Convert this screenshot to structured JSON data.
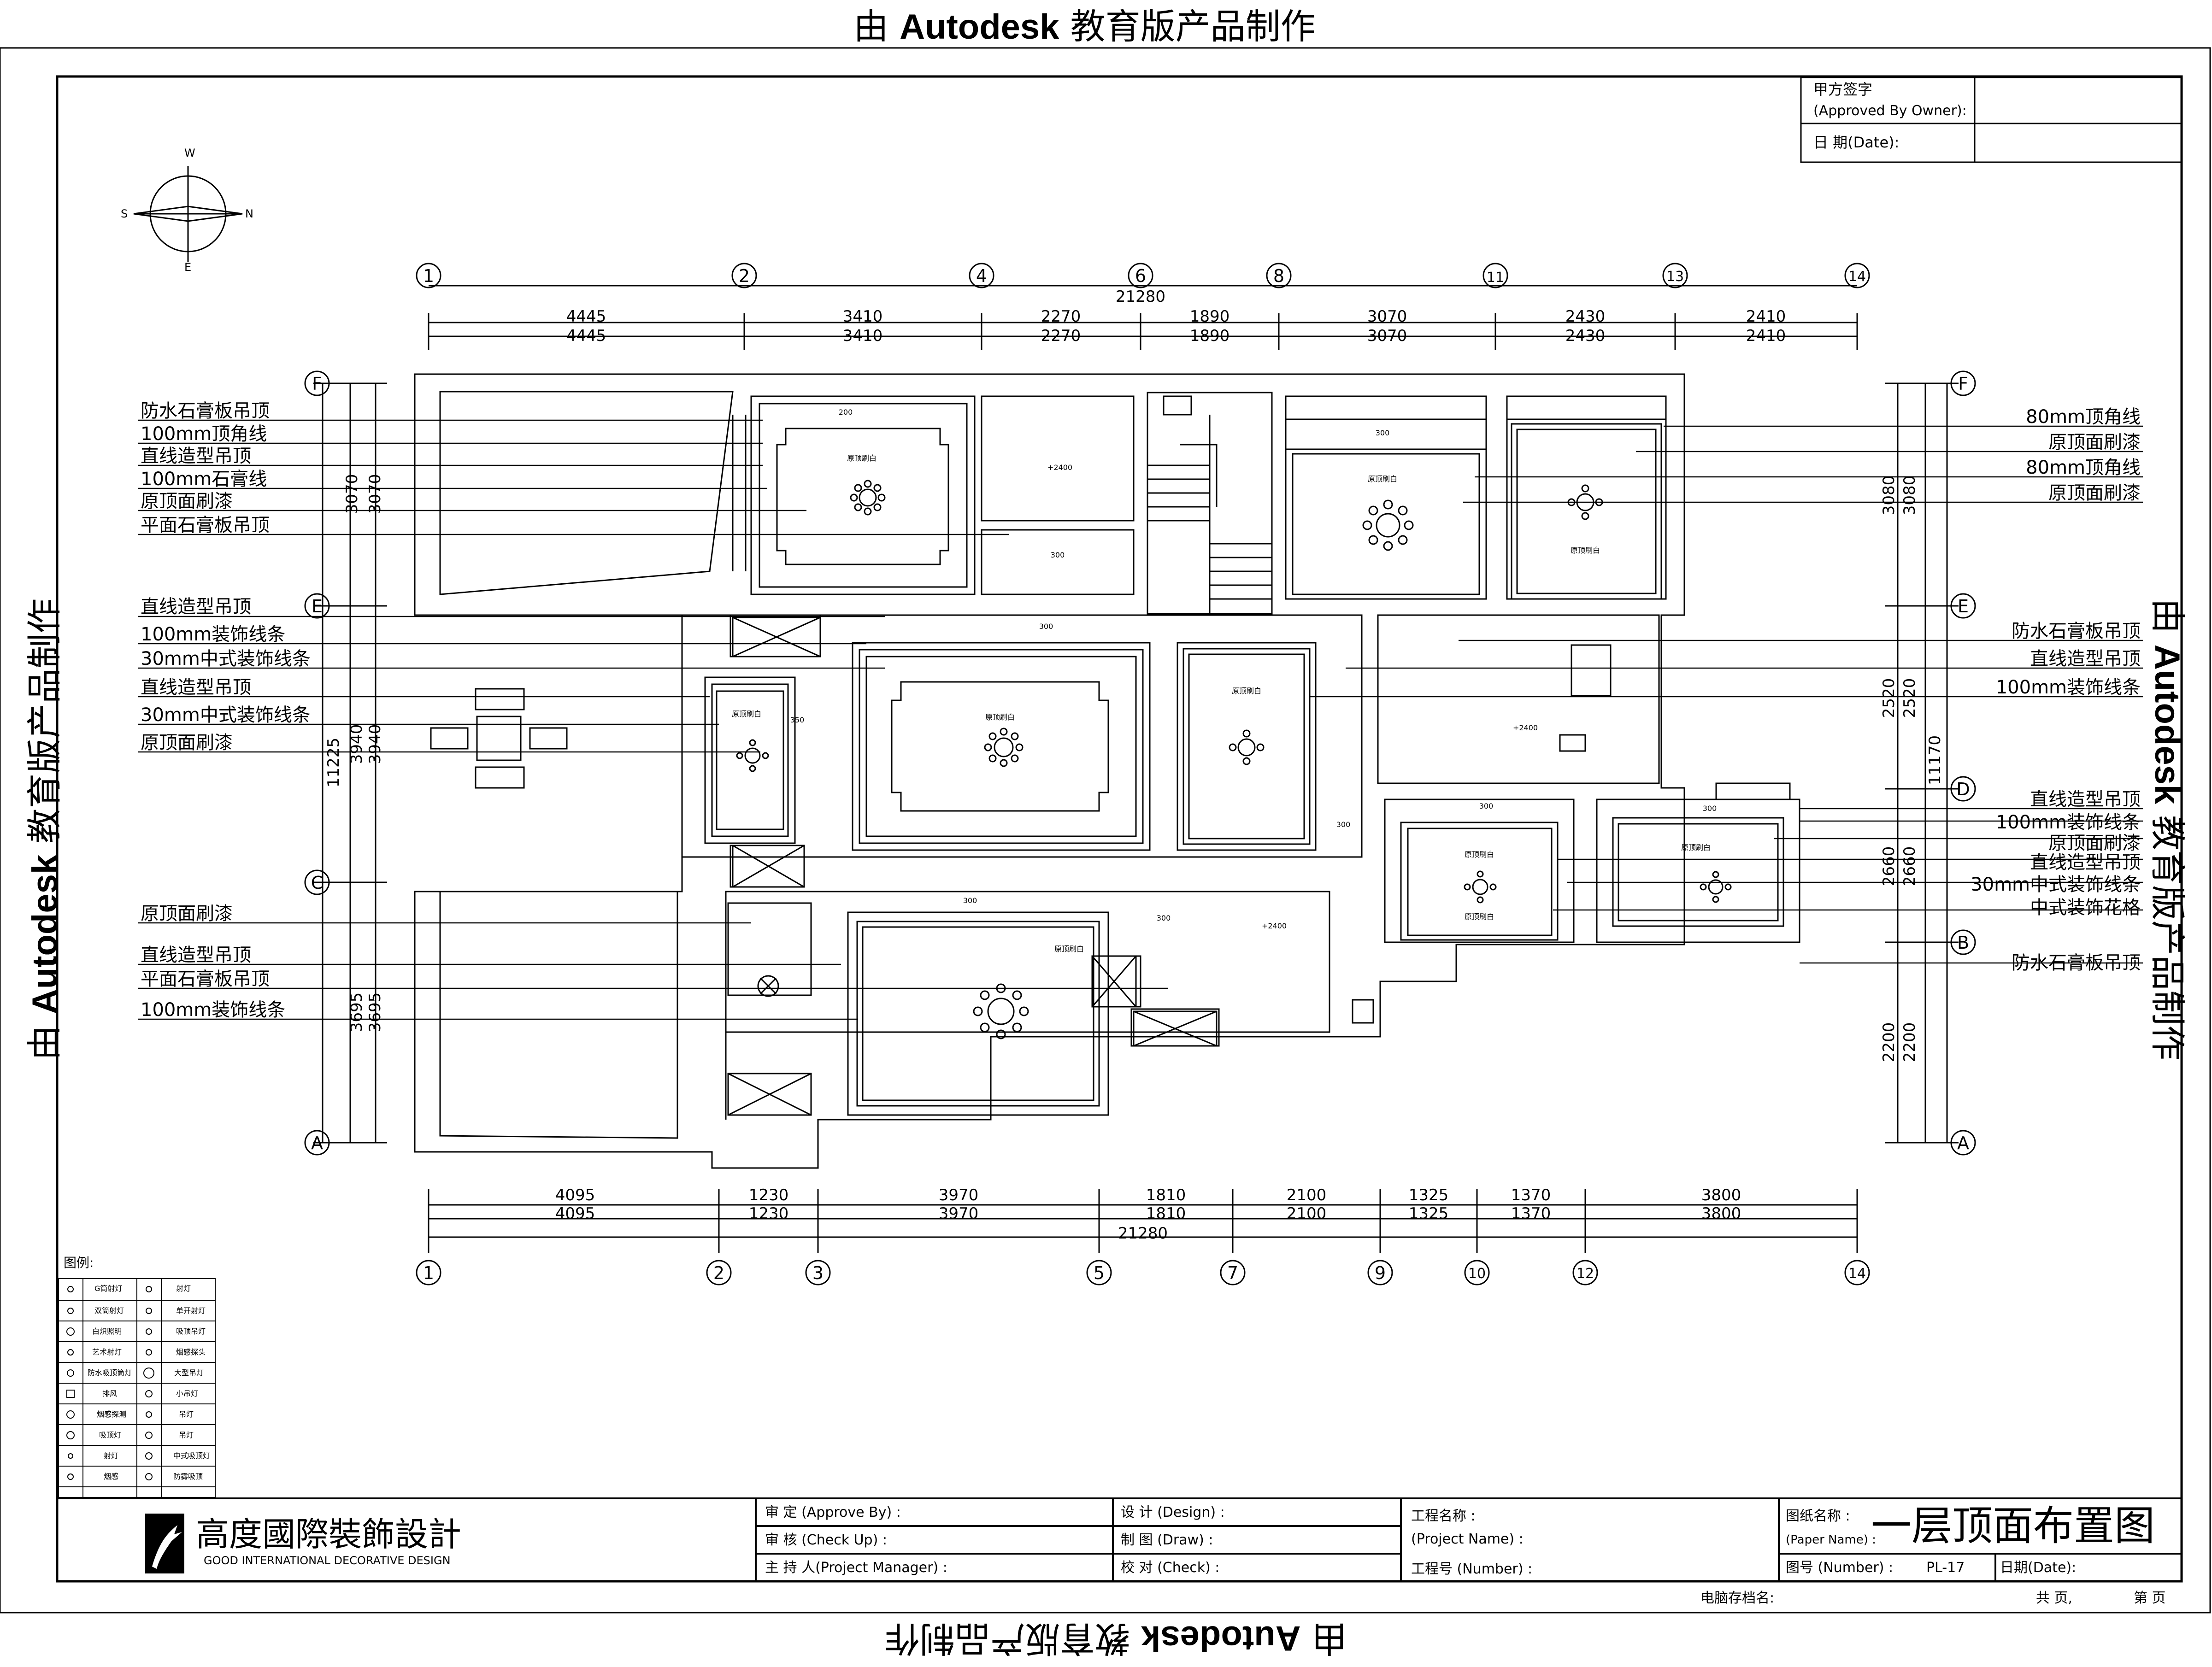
{
  "watermark": {
    "prefix": "由 ",
    "brand": "Autodesk",
    "suffix": " 教育版产品制作"
  },
  "compass": {
    "n": "N",
    "s": "S",
    "e": "E",
    "w": "W"
  },
  "owner_block": {
    "sign_label": "甲方签字",
    "sign_label_en": "(Approved By Owner):",
    "date_label": "日  期(Date):"
  },
  "axes": {
    "top": [
      "1",
      "2",
      "4",
      "6",
      "8",
      "11",
      "13",
      "14"
    ],
    "bottom": [
      "1",
      "2",
      "3",
      "5",
      "7",
      "9",
      "10",
      "12",
      "14"
    ],
    "left": [
      "F",
      "E",
      "C",
      "A"
    ],
    "right": [
      "F",
      "E",
      "D",
      "B",
      "A"
    ]
  },
  "dims": {
    "top": [
      "4445",
      "3410",
      "2270",
      "1890",
      "3070",
      "2430",
      "2410"
    ],
    "top_total": "21280",
    "bottom": [
      "4095",
      "1230",
      "3970",
      "1810",
      "2100",
      "1325",
      "1370",
      "3800"
    ],
    "bottom_total": "21280",
    "left": [
      "3070",
      "3940",
      "3695"
    ],
    "left_total": "11225",
    "right": [
      "3080",
      "2520",
      "2660",
      "2200"
    ],
    "right_total": "11170"
  },
  "notes_left": [
    "防水石膏板吊顶",
    "100mm顶角线",
    "直线造型吊顶",
    "100mm石膏线",
    "原顶面刷漆",
    "平面石膏板吊顶",
    "直线造型吊顶",
    "100mm装饰线条",
    "30mm中式装饰线条",
    "直线造型吊顶",
    "30mm中式装饰线条",
    "原顶面刷漆",
    "原顶面刷漆",
    "直线造型吊顶",
    "平面石膏板吊顶",
    "100mm装饰线条"
  ],
  "notes_right": [
    "80mm顶角线",
    "原顶面刷漆",
    "80mm顶角线",
    "原顶面刷漆",
    "防水石膏板吊顶",
    "直线造型吊顶",
    "100mm装饰线条",
    "直线造型吊顶",
    "100mm装饰线条",
    "原顶面刷漆",
    "直线造型吊顶",
    "30mm中式装饰线条",
    "中式装饰花格",
    "防水石膏板吊顶"
  ],
  "plan_labels": {
    "paint": "原顶刷白",
    "h2400": "+2400",
    "h300": "300",
    "h200": "200",
    "h350": "350"
  },
  "legend": {
    "title": "图例:",
    "rows": [
      [
        "G筒射灯",
        "射灯"
      ],
      [
        "双筒射灯",
        "单开射灯"
      ],
      [
        "白炽照明",
        "吸顶吊灯"
      ],
      [
        "艺术射灯",
        "烟感探头"
      ],
      [
        "防水吸顶筒灯",
        "大型吊灯"
      ],
      [
        "排风",
        "小吊灯"
      ],
      [
        "烟感探测",
        "吊灯"
      ],
      [
        "吸顶灯",
        "吊灯"
      ],
      [
        "射灯",
        "中式吸顶灯"
      ],
      [
        "烟感",
        "防雾吸顶"
      ]
    ]
  },
  "title_block": {
    "company_cn": "高度國際裝飾設計",
    "company_en": "GOOD INTERNATIONAL DECORATIVE DESIGN",
    "approve": "审  定  (Approve By) :",
    "check": "审  核  (Check Up) :",
    "manager": "主 持 人(Project Manager) :",
    "design": "设 计 (Design) :",
    "draw": "制 图 (Draw) :",
    "proofread": "校 对 (Check) :",
    "project_name": "工程名称 :",
    "project_name_en": "(Project Name) :",
    "project_no": "工程号  (Number) :",
    "paper_name": "图纸名称 :",
    "paper_name_en": "(Paper Name) :",
    "paper_title": "一层顶面布置图",
    "number_label": "图号 (Number) :",
    "number_value": "PL-17",
    "date_label": "日期(Date):",
    "archive": "电脑存档名:",
    "total_pages": "共  页,",
    "page": "第  页"
  }
}
